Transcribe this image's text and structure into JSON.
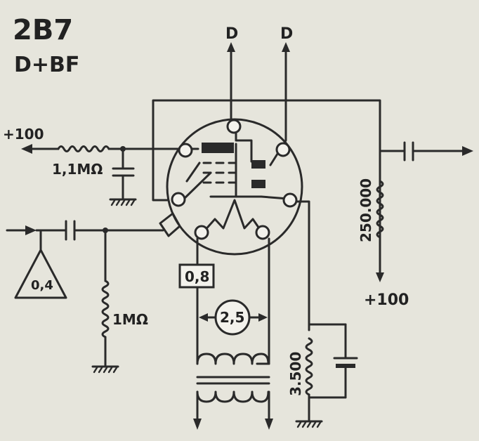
{
  "title": "2B7",
  "subtitle": "D+BF",
  "outputs": {
    "diode_left": "D",
    "diode_right": "D"
  },
  "supply": {
    "left": "+100",
    "right": "+100"
  },
  "components": {
    "plate_resistor": "1,1MΩ",
    "grid_resistor": "1MΩ",
    "load_resistor": "250.000",
    "cathode_resistor": "3.500",
    "input_triangle": "0,4"
  },
  "heater": {
    "voltage": "0,8",
    "filament": "2,5"
  }
}
